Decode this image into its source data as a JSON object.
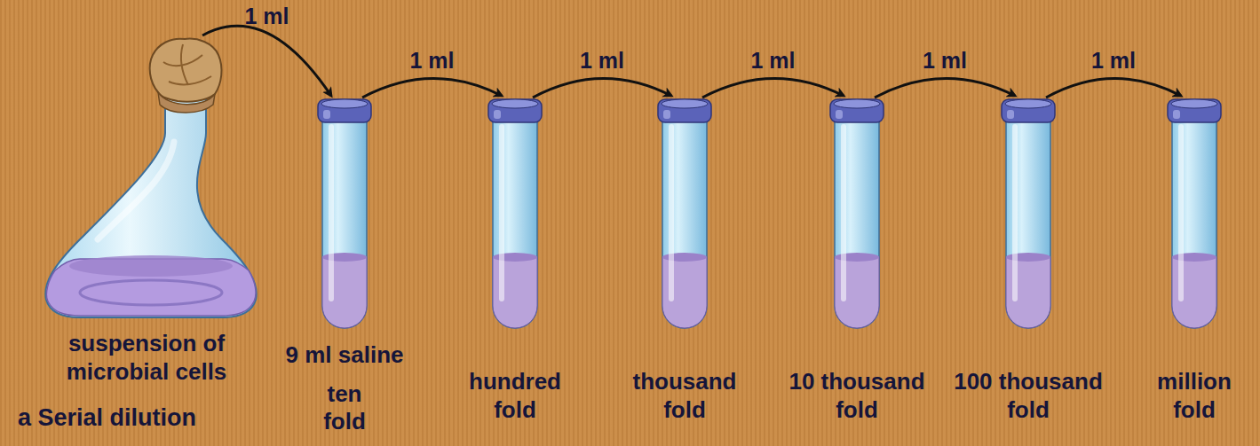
{
  "diagram": {
    "nodes": [
      {
        "text": [
          "suspension of microbial cells"
        ]
      },
      {
        "text": [
          "9 ml saline",
          "ten fold"
        ]
      },
      {
        "text": [
          "hundred fold"
        ]
      },
      {
        "text": [
          "thousand fold"
        ]
      },
      {
        "text": [
          "10 thousand fold"
        ]
      },
      {
        "text": [
          "100 thousand fold"
        ]
      },
      {
        "text": [
          "million fold"
        ]
      }
    ],
    "edges": [
      {
        "from": 0,
        "to": 1,
        "label": "1 ml",
        "arrow": "to"
      },
      {
        "from": 1,
        "to": 2,
        "label": "1 ml",
        "arrow": "to"
      },
      {
        "from": 2,
        "to": 3,
        "label": "1 ml",
        "arrow": "to"
      },
      {
        "from": 3,
        "to": 4,
        "label": "1 ml",
        "arrow": "to"
      },
      {
        "from": 4,
        "to": 5,
        "label": "1 ml",
        "arrow": "to"
      },
      {
        "from": 5,
        "to": 6,
        "label": "1 ml",
        "arrow": "to"
      }
    ],
    "labels": [
      "a Serial dilution"
    ]
  }
}
